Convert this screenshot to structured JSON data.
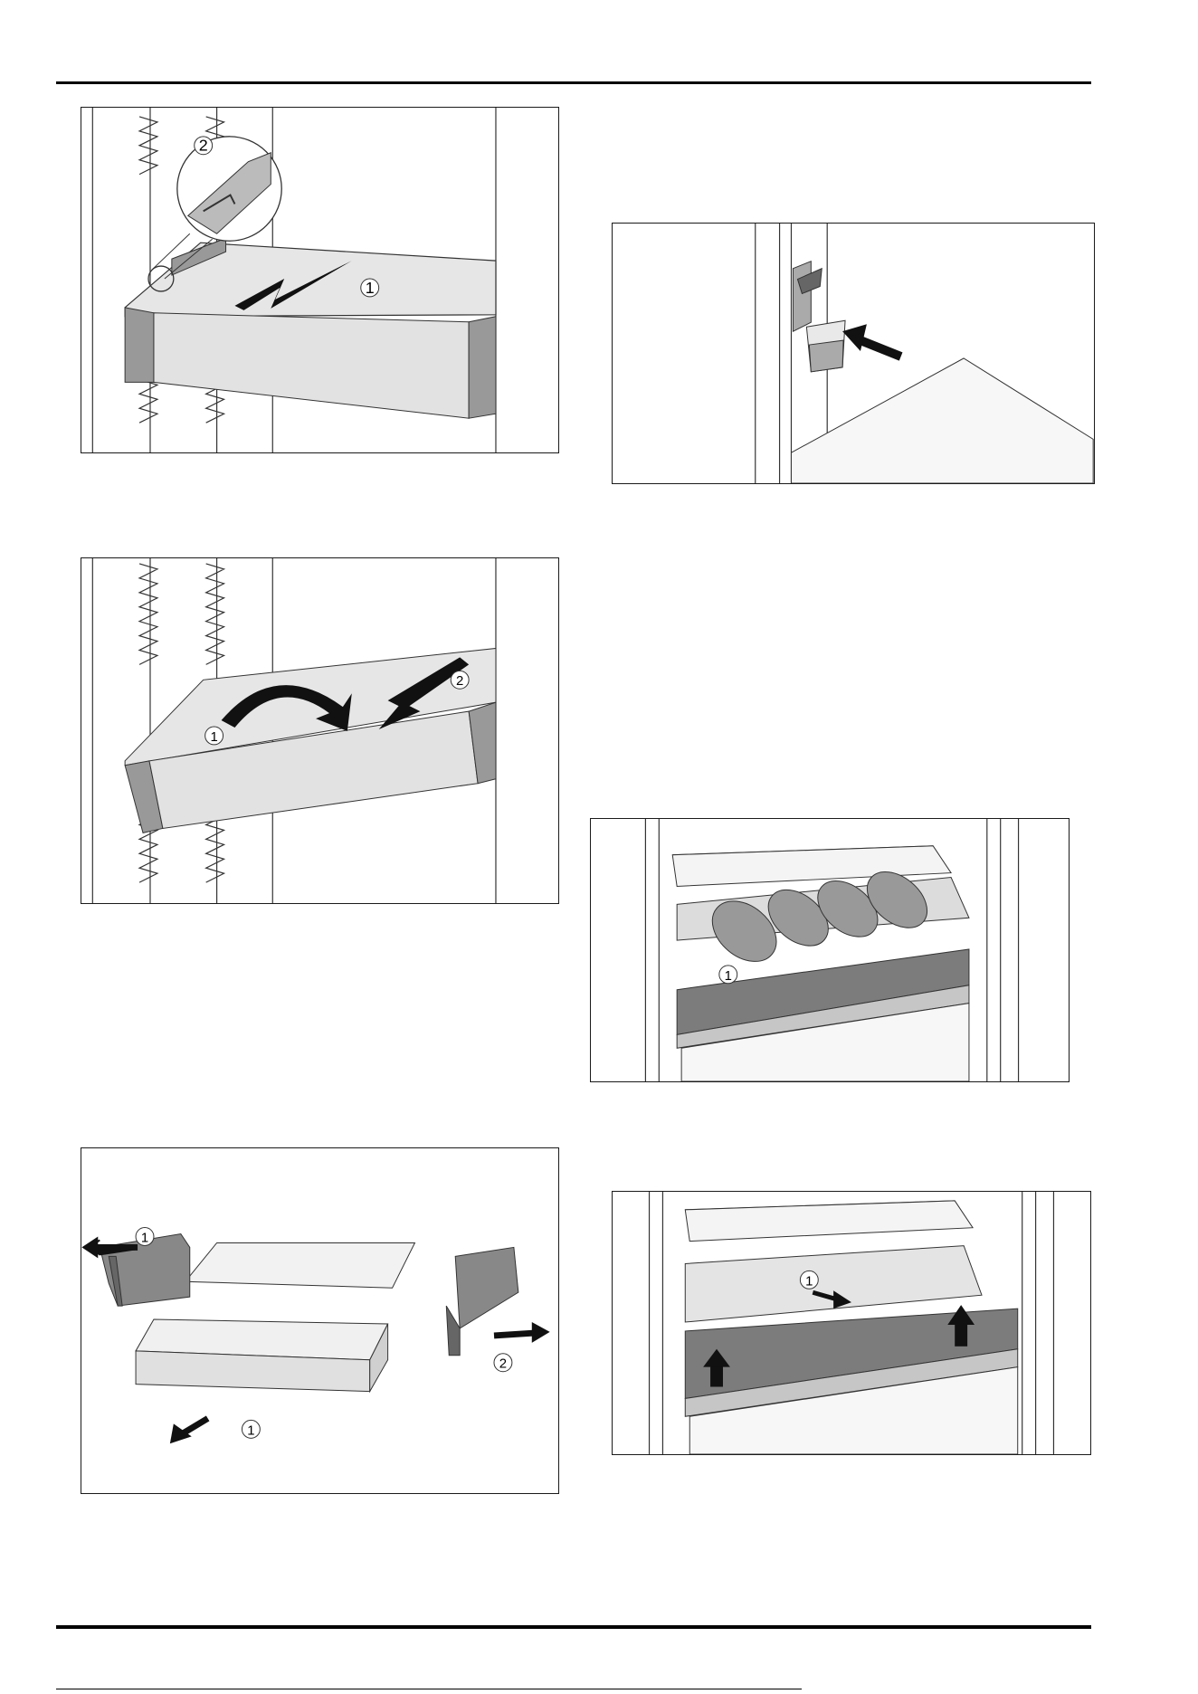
{
  "page": {
    "figures": [
      {
        "id": "fig-drawer-pull-out",
        "callouts": [
          "1",
          "2"
        ]
      },
      {
        "id": "fig-drawer-tilt-remove",
        "callouts": [
          "1",
          "2"
        ]
      },
      {
        "id": "fig-drawer-disassembly",
        "callouts": [
          "1",
          "2",
          "2",
          "1"
        ]
      },
      {
        "id": "fig-drain-cup",
        "callouts": []
      },
      {
        "id": "fig-bottle-shelf",
        "callouts": [
          "1"
        ]
      },
      {
        "id": "fig-glass-shelf-lift",
        "callouts": [
          "1"
        ]
      }
    ]
  }
}
